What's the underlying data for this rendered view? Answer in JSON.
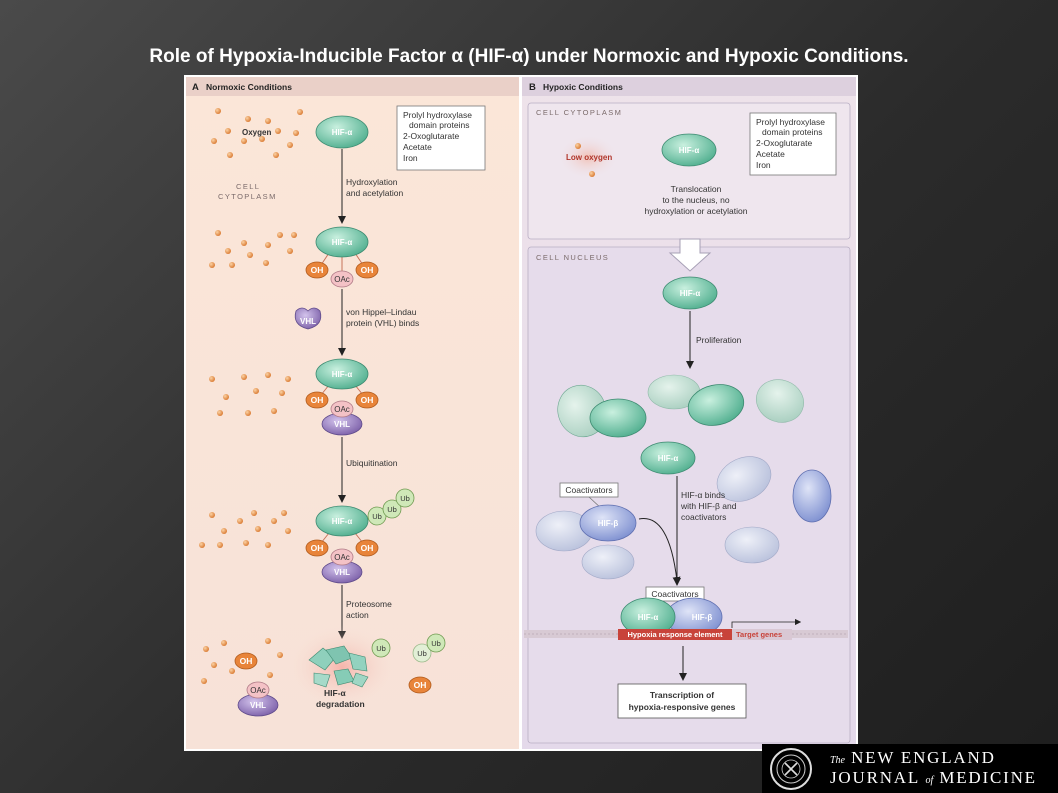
{
  "title": "Role of Hypoxia-Inducible Factor α (HIF-α) under Normoxic and Hypoxic Conditions.",
  "panel_a": {
    "header_letter": "A",
    "header": "Normoxic Conditions",
    "oxygen": "Oxygen",
    "cell_cytoplasm_1": "CELL",
    "cell_cytoplasm_2": "CYTOPLASM",
    "box_lines": [
      "Prolyl hydroxylase",
      "domain proteins",
      "2-Oxoglutarate",
      "Acetate",
      "Iron"
    ],
    "hif": "HIF-α",
    "oh": "OH",
    "oac": "OAc",
    "vhl": "VHL",
    "ub": "Ub",
    "step1_1": "Hydroxylation",
    "step1_2": "and acetylation",
    "step2_1": "von Hippel–Lindau",
    "step2_2": "protein (VHL) binds",
    "step3": "Ubiquitination",
    "step4_1": "Proteosome",
    "step4_2": "action",
    "degradation_1": "HIF-α",
    "degradation_2": "degradation"
  },
  "panel_b": {
    "header_letter": "B",
    "header": "Hypoxic Conditions",
    "cell_cytoplasm": "CELL CYTOPLASM",
    "cell_nucleus": "CELL NUCLEUS",
    "low_oxygen": "Low oxygen",
    "box_lines": [
      "Prolyl hydroxylase",
      "domain proteins",
      "2-Oxoglutarate",
      "Acetate",
      "Iron"
    ],
    "hif": "HIF-α",
    "hif_beta": "HIF-β",
    "translocation_1": "Translocation",
    "translocation_2": "to the nucleus, no",
    "translocation_3": "hydroxylation or acetylation",
    "proliferation": "Proliferation",
    "coactivators": "Coactivators",
    "binds_1": "HIF-α binds",
    "binds_2": "with HIF-β and",
    "binds_3": "coactivators",
    "hre": "Hypoxia response element",
    "target_genes": "Target genes",
    "transcription_1": "Transcription of",
    "transcription_2": "hypoxia-responsive genes"
  },
  "logo": {
    "the": "The",
    "line1": "NEW ENGLAND",
    "line2_a": "JOURNAL",
    "line2_of": "of",
    "line2_b": "MEDICINE"
  },
  "colors": {
    "hif": "#7fcfb0",
    "vhl": "#9a7fc0",
    "oh": "#e8843a",
    "ub": "#a8d08a",
    "hif_beta": "#8f9fd8",
    "hre": "#c8433a"
  }
}
